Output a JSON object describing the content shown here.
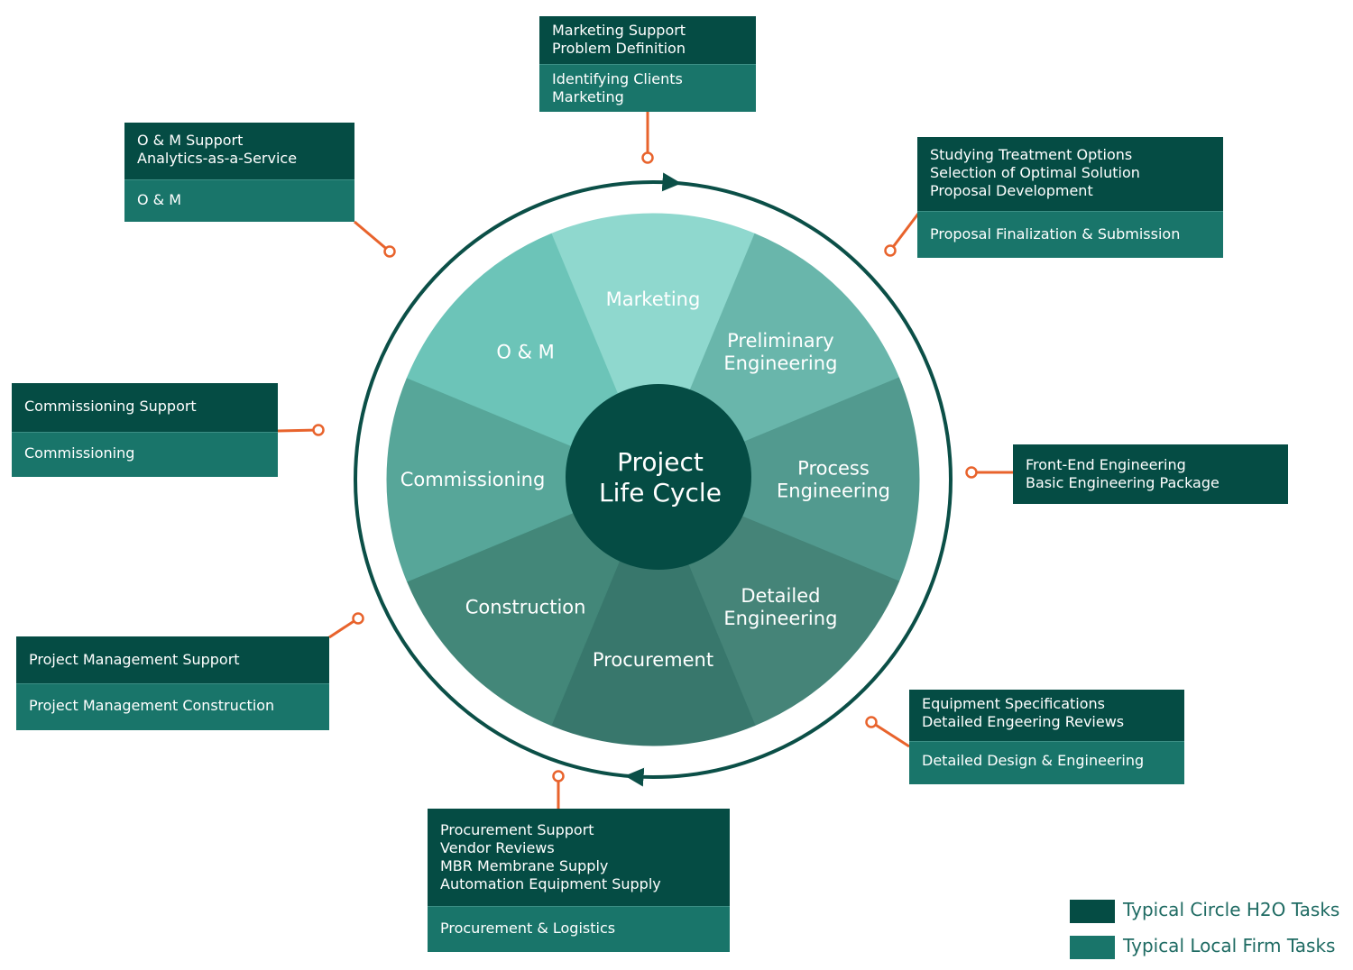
{
  "center": {
    "lines": [
      "Project",
      "Life Cycle"
    ]
  },
  "stages": [
    {
      "lines": [
        "Marketing"
      ],
      "color": "#8fd8ce"
    },
    {
      "lines": [
        "Preliminary",
        "Engineering"
      ],
      "color": "#69b6ab"
    },
    {
      "lines": [
        "Process",
        "Engineering"
      ],
      "color": "#529a8f"
    },
    {
      "lines": [
        "Detailed",
        "Engineering"
      ],
      "color": "#458478"
    },
    {
      "lines": [
        "Procurement"
      ],
      "color": "#38776c"
    },
    {
      "lines": [
        "Construction"
      ],
      "color": "#438779"
    },
    {
      "lines": [
        "Commissioning"
      ],
      "color": "#57a699"
    },
    {
      "lines": [
        "O & M"
      ],
      "color": "#6cc4b8"
    }
  ],
  "tasks": {
    "marketing": {
      "circle_h2o": [
        "Marketing Support",
        "Problem Definition"
      ],
      "local_firm": [
        "Identifying Clients",
        "Marketing"
      ]
    },
    "preliminary_engineering": {
      "circle_h2o": [
        "Studying Treatment Options",
        "Selection of Optimal Solution",
        "Proposal Development"
      ],
      "local_firm": [
        "Proposal Finalization & Submission"
      ]
    },
    "process_engineering": {
      "circle_h2o": [
        "Front-End Engineering",
        "Basic Engineering Package"
      ],
      "local_firm": []
    },
    "detailed_engineering": {
      "circle_h2o": [
        "Equipment Specifications",
        "Detailed Engeering Reviews"
      ],
      "local_firm": [
        "Detailed Design & Engineering"
      ]
    },
    "procurement": {
      "circle_h2o": [
        "Procurement Support",
        "Vendor Reviews",
        "MBR Membrane Supply",
        "Automation Equipment Supply"
      ],
      "local_firm": [
        "Procurement & Logistics"
      ]
    },
    "construction": {
      "circle_h2o": [
        "Project Management Support"
      ],
      "local_firm": [
        "Project Management Construction"
      ]
    },
    "commissioning": {
      "circle_h2o": [
        "Commissioning Support"
      ],
      "local_firm": [
        "Commissioning"
      ]
    },
    "om": {
      "circle_h2o": [
        "O & M Support",
        "Analytics-as-a-Service"
      ],
      "local_firm": [
        "O & M"
      ]
    }
  },
  "legend": [
    {
      "label": "Typical Circle H2O Tasks",
      "color": "#054c44"
    },
    {
      "label": "Typical Local Firm Tasks",
      "color": "#19756a"
    }
  ],
  "colors": {
    "dark": "#054c44",
    "light": "#19756a",
    "connector": "#e8632c",
    "ring": "#0b4f47",
    "center": "#054c44"
  }
}
